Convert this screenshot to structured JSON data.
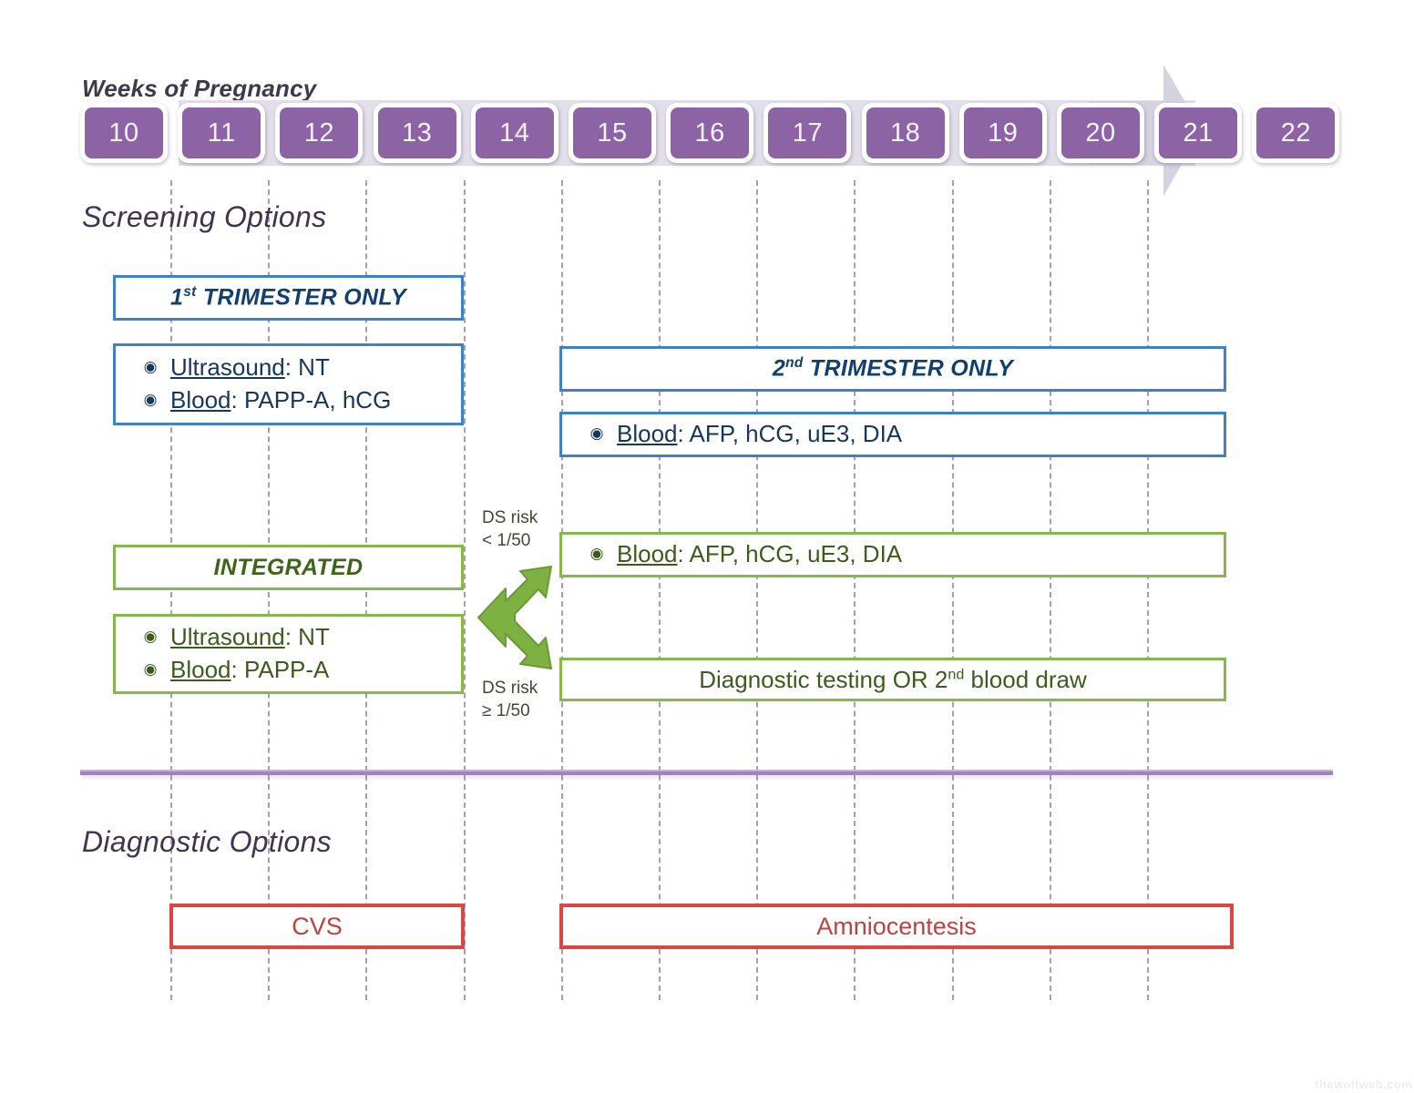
{
  "timeline": {
    "title": "Weeks of Pregnancy",
    "weeks": [
      "10",
      "11",
      "12",
      "13",
      "14",
      "15",
      "16",
      "17",
      "18",
      "19",
      "20",
      "21",
      "22"
    ],
    "arrow_icon": "right-arrow-icon",
    "box_color": "#8C63A4",
    "strip_color": "#E2DFEA"
  },
  "sections": {
    "screening": {
      "heading": "Screening Options"
    },
    "diagnostic": {
      "heading": "Diagnostic Options"
    }
  },
  "first_trimester": {
    "header": "1st TRIMESTER ONLY",
    "header_num": "1",
    "header_sup": "st",
    "header_rest": " TRIMESTER ONLY",
    "items": [
      {
        "bullet": "circled-dot-icon",
        "label": "Ultrasound",
        "value": ": NT"
      },
      {
        "bullet": "circled-dot-icon",
        "label": "Blood",
        "value": ": PAPP-A, hCG"
      }
    ],
    "color": "#3C82C4"
  },
  "second_trimester": {
    "header_num": "2",
    "header_sup": "nd",
    "header_rest": " TRIMESTER ONLY",
    "items": [
      {
        "bullet": "circled-dot-icon",
        "label": "Blood",
        "value": ": AFP, hCG, uE3, DIA"
      }
    ],
    "color": "#3C82C4"
  },
  "integrated": {
    "header": "INTEGRATED",
    "items": [
      {
        "bullet": "circled-dot-icon",
        "label": "Ultrasound",
        "value": ": NT"
      },
      {
        "bullet": "circled-dot-icon",
        "label": "Blood",
        "value": ": PAPP-A"
      }
    ],
    "result_blood": {
      "bullet": "circled-dot-icon",
      "label": "Blood",
      "value": ": AFP, hCG, uE3, DIA"
    },
    "result_diagnostic_pre": "Diagnostic testing OR 2",
    "result_diagnostic_sup": "nd",
    "result_diagnostic_post": " blood draw",
    "risk_low": "DS risk\n< 1/50",
    "risk_high": "DS risk\n≥ 1/50",
    "color": "#84B84A"
  },
  "diagnostic_options": {
    "cvs": "CVS",
    "amniocentesis": "Amniocentesis",
    "color": "#DE4440"
  },
  "watermark": "thewolfweb.com"
}
